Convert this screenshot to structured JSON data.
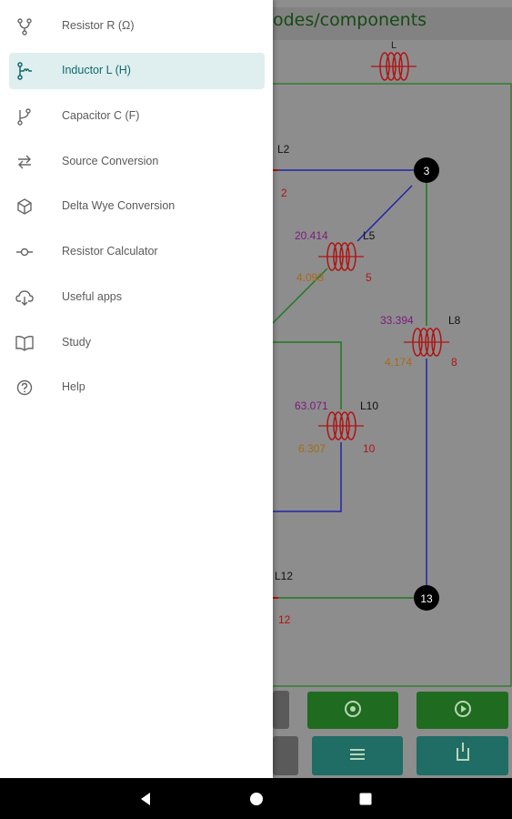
{
  "app": {
    "title_fragment": "odes/components",
    "top_component_label": "L",
    "nodes": [
      "3",
      "13"
    ],
    "elements": [
      {
        "name": "L2",
        "index": "2"
      },
      {
        "name": "L5",
        "value_top": "20.414",
        "value_bottom": "4.093",
        "index": "5"
      },
      {
        "name": "L8",
        "value_top": "33.394",
        "value_bottom": "4.174",
        "index": "8"
      },
      {
        "name": "L10",
        "value_top": "63.071",
        "value_bottom": "6.307",
        "index": "10"
      },
      {
        "name": "L12",
        "index": "12"
      }
    ]
  },
  "drawer": {
    "items": [
      {
        "label": "Resistor R (Ω)",
        "icon": "resistor-fork-icon",
        "active": false
      },
      {
        "label": "Inductor L (H)",
        "icon": "inductor-branch-icon",
        "active": true
      },
      {
        "label": "Capacitor C (F)",
        "icon": "capacitor-branch-icon",
        "active": false
      },
      {
        "label": "Source Conversion",
        "icon": "swap-arrows-icon",
        "active": false
      },
      {
        "label": "Delta Wye Conversion",
        "icon": "cube-icon",
        "active": false
      },
      {
        "label": "Resistor Calculator",
        "icon": "commit-node-icon",
        "active": false
      },
      {
        "label": "Useful apps",
        "icon": "cloud-download-icon",
        "active": false
      },
      {
        "label": "Study",
        "icon": "open-book-icon",
        "active": false
      },
      {
        "label": "Help",
        "icon": "help-circle-icon",
        "active": false
      }
    ]
  },
  "colors": {
    "accent": "#116a6a",
    "active_bg": "#dfeeee",
    "wire_blue": "#2323a8",
    "wire_green": "#1d7a1d",
    "inductor_red": "#b31212"
  },
  "system_nav": {
    "back": "back-icon",
    "home": "home-icon",
    "recents": "recents-icon"
  }
}
